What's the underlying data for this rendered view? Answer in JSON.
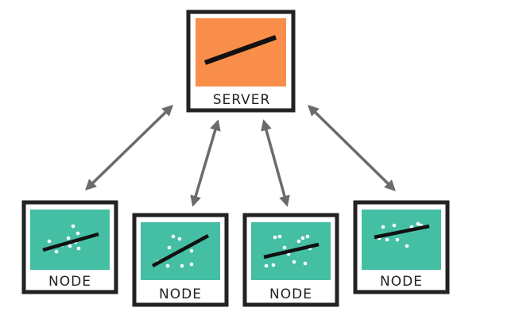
{
  "server": {
    "label": "SERVER",
    "panel_color": "#F98E4A"
  },
  "nodes": [
    {
      "label": "NODE"
    },
    {
      "label": "NODE"
    },
    {
      "label": "NODE"
    },
    {
      "label": "NODE"
    }
  ],
  "colors": {
    "node_panel": "#45BFA3",
    "frame": "#222222",
    "arrow": "#6B6B6B",
    "dots": "#FFFFFF",
    "fit_line": "#111111"
  },
  "arrows": {
    "style": "bidirectional",
    "count": 4
  }
}
